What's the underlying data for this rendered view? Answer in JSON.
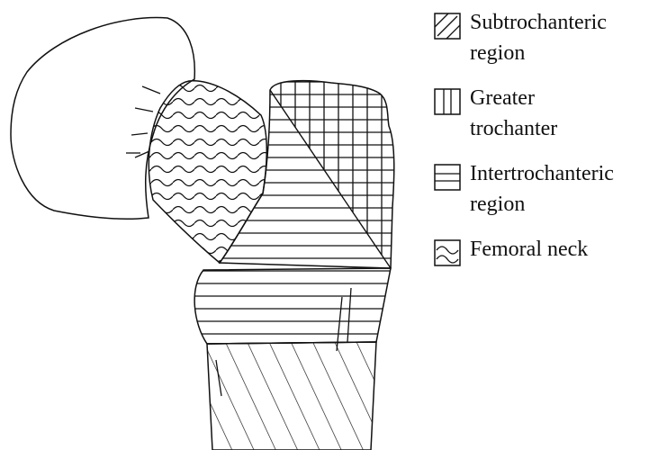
{
  "legend": {
    "items": [
      {
        "label_line1": "Subtrochanteric",
        "label_line2": "region",
        "pattern": "diagonal"
      },
      {
        "label_line1": "Greater",
        "label_line2": "trochanter",
        "pattern": "vertical"
      },
      {
        "label_line1": "Intertrochanteric",
        "label_line2": "region",
        "pattern": "horizontal"
      },
      {
        "label_line1": "Femoral neck",
        "label_line2": "",
        "pattern": "wavy"
      }
    ]
  },
  "colors": {
    "ink": "#111111",
    "paper": "#ffffff"
  }
}
